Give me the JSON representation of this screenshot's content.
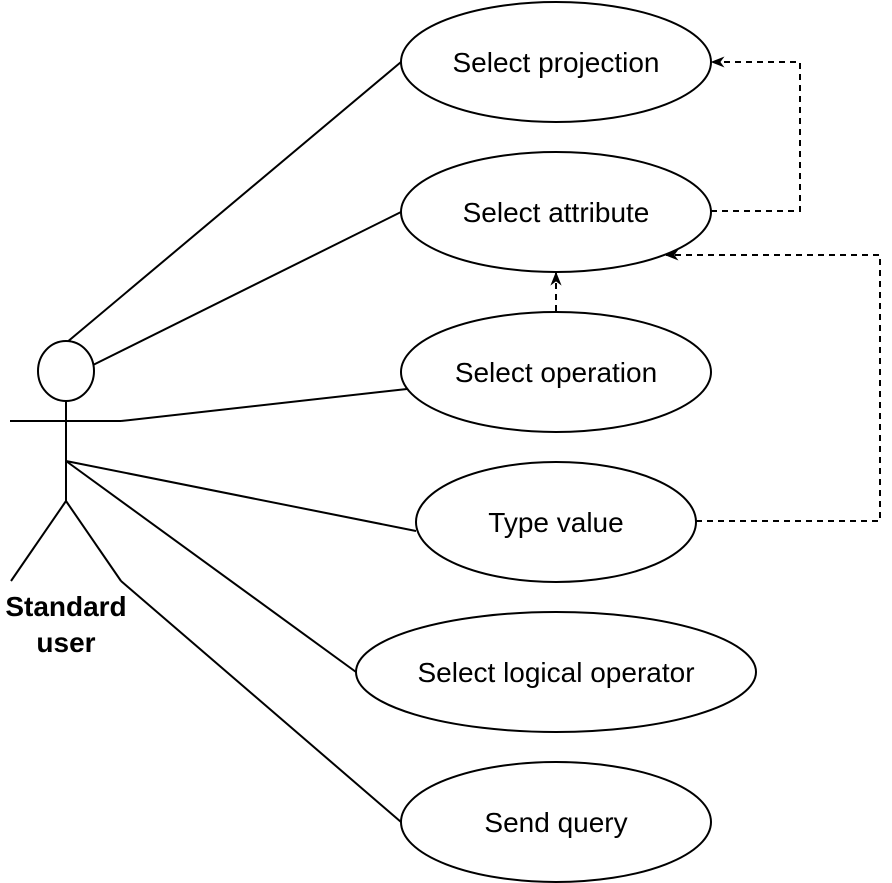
{
  "actor": {
    "name_line1": "Standard",
    "name_line2": "user"
  },
  "use_cases": [
    {
      "id": "select-projection",
      "label": "Select projection"
    },
    {
      "id": "select-attribute",
      "label": "Select attribute"
    },
    {
      "id": "select-operation",
      "label": "Select operation"
    },
    {
      "id": "type-value",
      "label": "Type value"
    },
    {
      "id": "select-logical-operator",
      "label": "Select logical operator"
    },
    {
      "id": "send-query",
      "label": "Send query"
    }
  ],
  "associations": [
    "select-projection",
    "select-attribute",
    "select-operation",
    "type-value",
    "select-logical-operator",
    "send-query"
  ],
  "dependencies": [
    {
      "from": "select-attribute",
      "to": "select-projection"
    },
    {
      "from": "select-operation",
      "to": "select-attribute"
    },
    {
      "from": "type-value",
      "to": "select-attribute"
    }
  ]
}
